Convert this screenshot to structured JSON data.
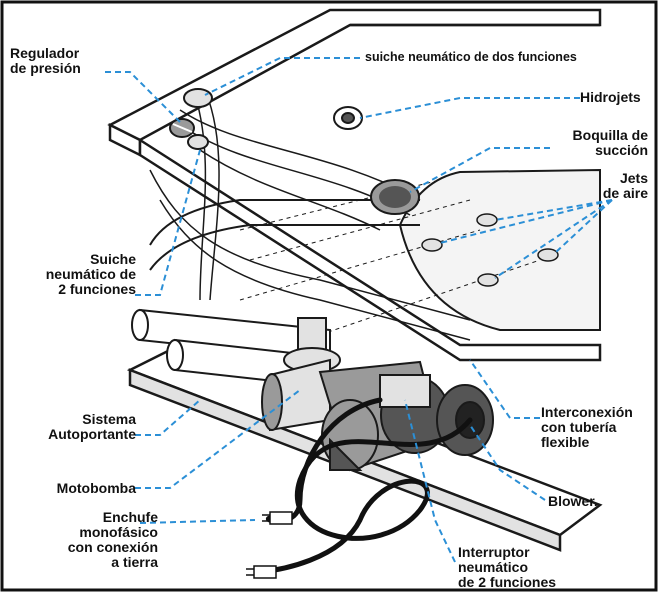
{
  "colors": {
    "frame": "#111111",
    "leader": "#2b8fd6",
    "ink": "#1a1a1a",
    "shade_light": "#e2e2e2",
    "shade_mid": "#9a9a9a",
    "shade_dark": "#555555"
  },
  "labels": {
    "regulador": [
      "Regulador",
      "de presión"
    ],
    "suiche_top": [
      "suiche neumático de dos funciones"
    ],
    "hidrojets": [
      "Hidrojets"
    ],
    "boquilla": [
      "Boquilla de",
      "succión"
    ],
    "jets": [
      "Jets",
      "de aire"
    ],
    "suiche_left": [
      "Suiche",
      "neumático de",
      "2 funciones"
    ],
    "interconexion": [
      "Interconexión",
      "con tubería",
      "flexible"
    ],
    "sistema": [
      "Sistema",
      "Autoportante"
    ],
    "motobomba": [
      "Motobomba"
    ],
    "blower": [
      "Blower."
    ],
    "enchufe": [
      "Enchufe",
      "monofásico",
      "con conexión",
      "a tierra"
    ],
    "interruptor": [
      "Interruptor",
      "neumático",
      "de 2 funciones"
    ]
  }
}
